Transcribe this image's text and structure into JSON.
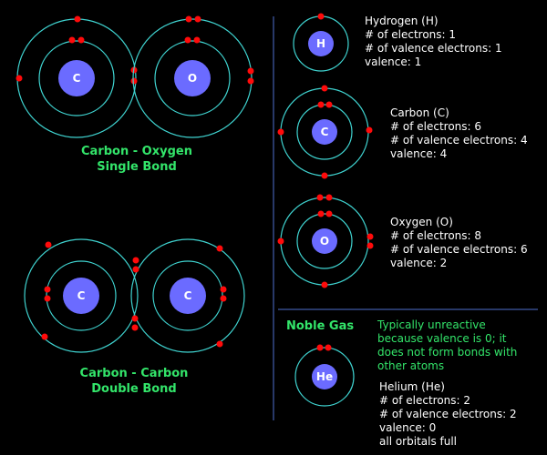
{
  "bonds": {
    "single": {
      "line1": "Carbon - Oxygen",
      "line2": "Single Bond",
      "left_symbol": "C",
      "right_symbol": "O"
    },
    "double": {
      "line1": "Carbon - Carbon",
      "line2": "Double Bond",
      "left_symbol": "C",
      "right_symbol": "C"
    }
  },
  "atoms": {
    "hydrogen": {
      "symbol": "H",
      "name": "Hydrogen  (H)",
      "electrons": "# of electrons: 1",
      "valence_electrons": "# of valence electrons: 1",
      "valence": "valence: 1"
    },
    "carbon": {
      "symbol": "C",
      "name": "Carbon  (C)",
      "electrons": "# of electrons: 6",
      "valence_electrons": "# of valence electrons: 4",
      "valence": "valence: 4"
    },
    "oxygen": {
      "symbol": "O",
      "name": "Oxygen (O)",
      "electrons": "# of electrons: 8",
      "valence_electrons": "# of valence electrons: 6",
      "valence": "valence: 2"
    },
    "helium": {
      "symbol": "He",
      "name": "Helium  (He)",
      "electrons": "# of electrons: 2",
      "valence_electrons": "# of valence electrons: 2",
      "valence": "valence: 0",
      "note": "all orbitals full"
    }
  },
  "noble_gas": {
    "heading": "Noble Gas",
    "desc": [
      "Typically unreactive",
      "because valence is 0; it",
      "does not form bonds with",
      "other atoms"
    ]
  },
  "colors": {
    "background": "#000000",
    "orbit": "#3fd3d0",
    "nucleus": "#6b6bff",
    "electron": "#ff0b0b",
    "caption": "#33e56a",
    "text": "#ffffff",
    "divider": "#4f6fd0"
  }
}
